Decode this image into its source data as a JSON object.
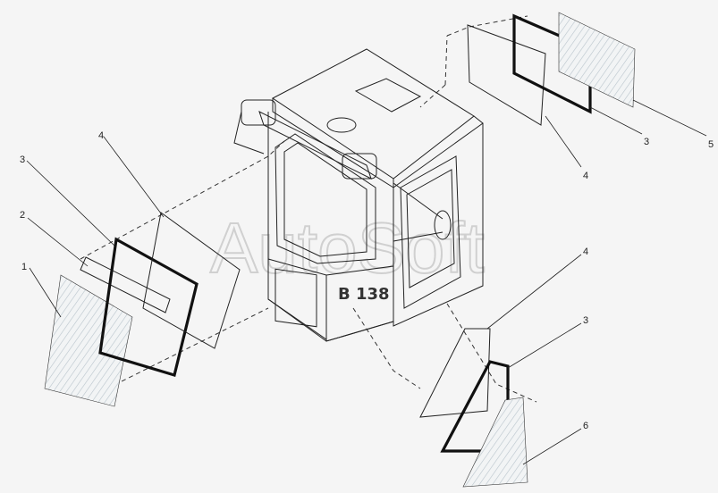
{
  "plate": {
    "text": "B 138"
  },
  "watermark": {
    "text": "AutoSoft"
  },
  "callouts": [
    {
      "id": "callout-1-left",
      "label": "1"
    },
    {
      "id": "callout-2-left",
      "label": "2"
    },
    {
      "id": "callout-3-left",
      "label": "3"
    },
    {
      "id": "callout-4-left",
      "label": "4"
    },
    {
      "id": "callout-3-top",
      "label": "3"
    },
    {
      "id": "callout-4-top",
      "label": "4"
    },
    {
      "id": "callout-5-top",
      "label": "5"
    },
    {
      "id": "callout-4-right",
      "label": "4"
    },
    {
      "id": "callout-3-right",
      "label": "3"
    },
    {
      "id": "callout-6-right",
      "label": "6"
    }
  ],
  "colors": {
    "line": "#222222",
    "glass_hatch": "#b9c4cc",
    "background": "#f5f5f5"
  }
}
